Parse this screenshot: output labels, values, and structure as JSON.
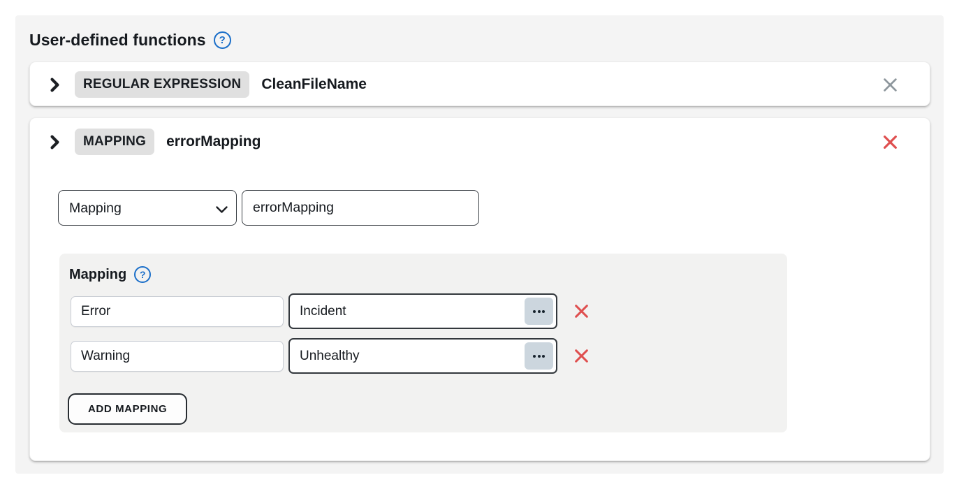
{
  "colors": {
    "accent_blue": "#1b6fc9",
    "danger_red": "#df4f4f",
    "neutral_x_gray": "#8d969c",
    "badge_bg": "#e0e0e0",
    "panel_bg": "#f4f4f4"
  },
  "page": {
    "title": "User-defined functions",
    "help_icon_glyph": "?"
  },
  "functions": [
    {
      "type_badge": "REGULAR EXPRESSION",
      "name": "CleanFileName"
    },
    {
      "type_badge": "MAPPING",
      "name": "errorMapping"
    }
  ],
  "editor": {
    "type_select_value": "Mapping",
    "name_input_value": "errorMapping",
    "mapping": {
      "label": "Mapping",
      "help_icon_glyph": "?",
      "rows": [
        {
          "key": "Error",
          "value": "Incident"
        },
        {
          "key": "Warning",
          "value": "Unhealthy"
        }
      ],
      "add_button": "ADD MAPPING"
    }
  }
}
